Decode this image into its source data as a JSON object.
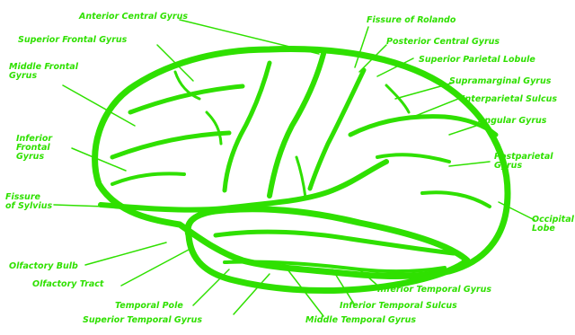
{
  "colors": {
    "ink": "#2fe000",
    "background": "#ffffff"
  },
  "labels": {
    "anterior_central_gyrus": "Anterior Central Gyrus",
    "superior_frontal_gyrus": "Superior Frontal Gyrus",
    "middle_frontal_gyrus": "Middle Frontal\nGyrus",
    "inferior_frontal_gyrus": "Inferior\nFrontal\nGyrus",
    "fissure_of_sylvius": "Fissure\nof Sylvius",
    "olfactory_bulb": "Olfactory Bulb",
    "olfactory_tract": "Olfactory Tract",
    "temporal_pole": "Temporal Pole",
    "superior_temporal_gyrus": "Superior Temporal Gyrus",
    "middle_temporal_gyrus": "Middle Temporal Gyrus",
    "inferior_temporal_sulcus": "Inferior Temporal Sulcus",
    "inferior_temporal_gyrus": "Inferior Temporal Gyrus",
    "occipital_lobe": "Occipital\nLobe",
    "postparietal_gyrus": "Postparietal\nGyrus",
    "angular_gyrus": "Angular Gyrus",
    "interparietal_sulcus": "Interparietal Sulcus",
    "supramarginal_gyrus": "Supramarginal Gyrus",
    "superior_parietal_lobule": "Superior Parietal Lobule",
    "posterior_central_gyrus": "Posterior Central Gyrus",
    "fissure_of_rolando": "Fissure of Rolando"
  }
}
